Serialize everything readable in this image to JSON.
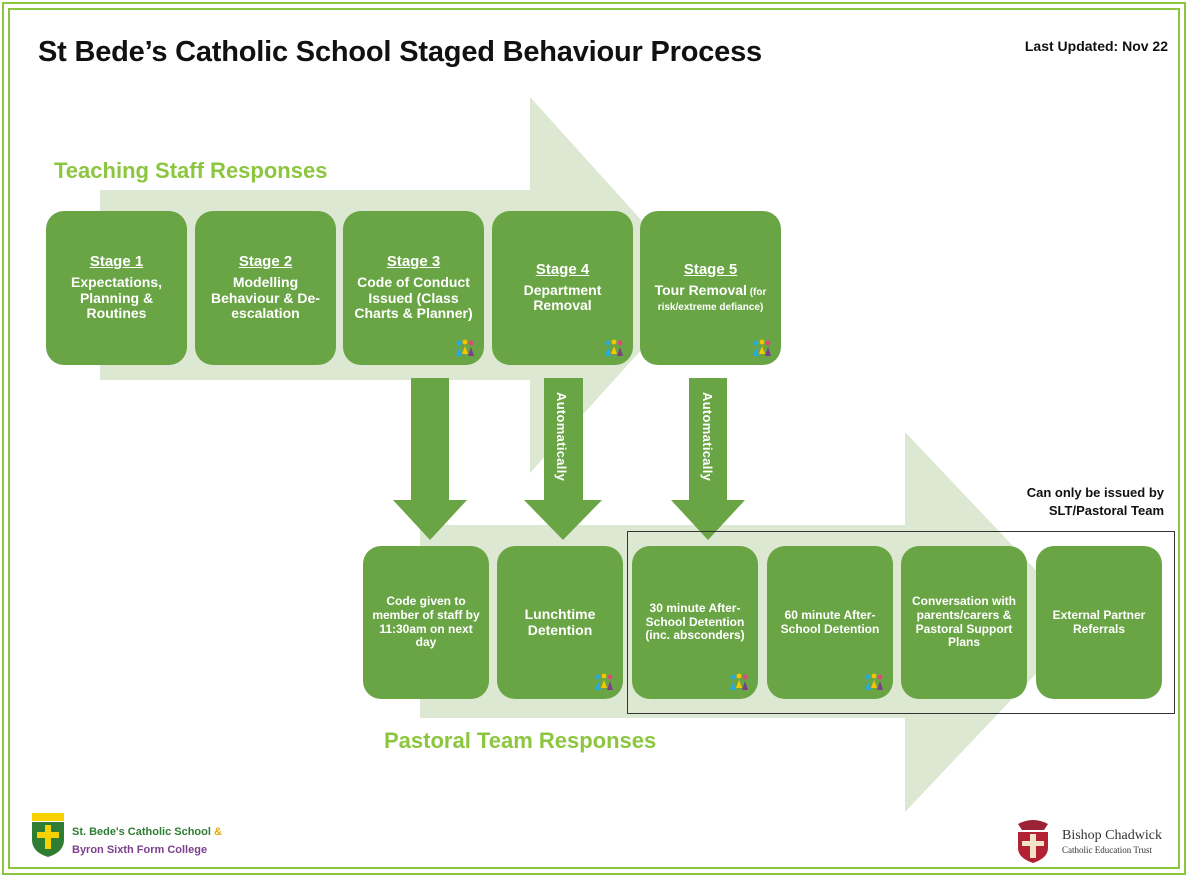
{
  "header": {
    "title_part1": "St Bede’s Catholic School",
    "title_part2": "Staged Behaviour Process",
    "last_updated": "Last Updated: Nov 22"
  },
  "sections": {
    "teaching": "Teaching Staff Responses",
    "pastoral": "Pastoral Team Responses"
  },
  "stages": [
    {
      "stage": "Stage 1",
      "text": "Expectations, Planning & Routines",
      "small": ""
    },
    {
      "stage": "Stage 2",
      "text": "Modelling Behaviour & De-escalation",
      "small": ""
    },
    {
      "stage": "Stage 3",
      "text": "Code of Conduct Issued (Class Charts & Planner)",
      "small": ""
    },
    {
      "stage": "Stage 4",
      "text": "Department Removal",
      "small": ""
    },
    {
      "stage": "Stage 5",
      "text": "Tour Removal",
      "small": " (for risk/extreme defiance)"
    }
  ],
  "arrows": {
    "auto_label": "Automatically"
  },
  "pastoral_boxes": [
    {
      "text": "Code given to member of staff by 11:30am on next day"
    },
    {
      "text": "Lunchtime Detention"
    },
    {
      "text": "30 minute After-School Detention (inc. absconders)"
    },
    {
      "text": "60 minute After-School Detention"
    },
    {
      "text": "Conversation with parents/carers & Pastoral Support Plans"
    },
    {
      "text": "External Partner Referrals"
    }
  ],
  "slt_note": "Can only be issued by SLT/Pastoral Team",
  "footer": {
    "school_line1": "St. Bede's Catholic School",
    "school_amp": "&",
    "school_line2": "Byron Sixth Form  College",
    "trust_name": "Bishop Chadwick",
    "trust_sub": "Catholic Education Trust"
  },
  "colors": {
    "box_green": "#6aa545",
    "arrow_green": "#6aa545",
    "light_band": "#dde8d2",
    "label_green": "#8cc63f"
  }
}
